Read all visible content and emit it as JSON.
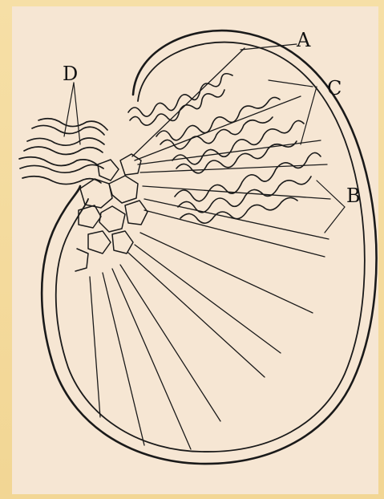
{
  "labels": {
    "A": "A",
    "B": "B",
    "C": "C",
    "D": "D"
  },
  "colors": {
    "background": "#f6e6d3",
    "border": "#f2d694",
    "ink": "#111111"
  }
}
